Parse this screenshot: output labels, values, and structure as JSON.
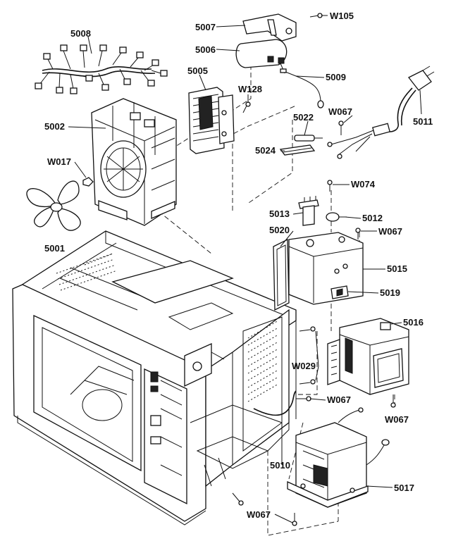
{
  "labels": {
    "w105": "W105",
    "p5007": "5007",
    "p5006": "5006",
    "p5008": "5008",
    "p5005": "5005",
    "w128": "W128",
    "p5009": "5009",
    "p5002": "5002",
    "p5022": "5022",
    "w067_a": "W067",
    "p5011": "5011",
    "p5024": "5024",
    "w017": "W017",
    "w074": "W074",
    "p5013": "5013",
    "p5012": "5012",
    "p5020": "5020",
    "w067_b": "W067",
    "p5001": "5001",
    "p5015": "5015",
    "p5019": "5019",
    "p5016": "5016",
    "w029": "W029",
    "w067_c": "W067",
    "w067_d": "W067",
    "p5010": "5010",
    "p5017": "5017",
    "w067_e": "W067"
  }
}
